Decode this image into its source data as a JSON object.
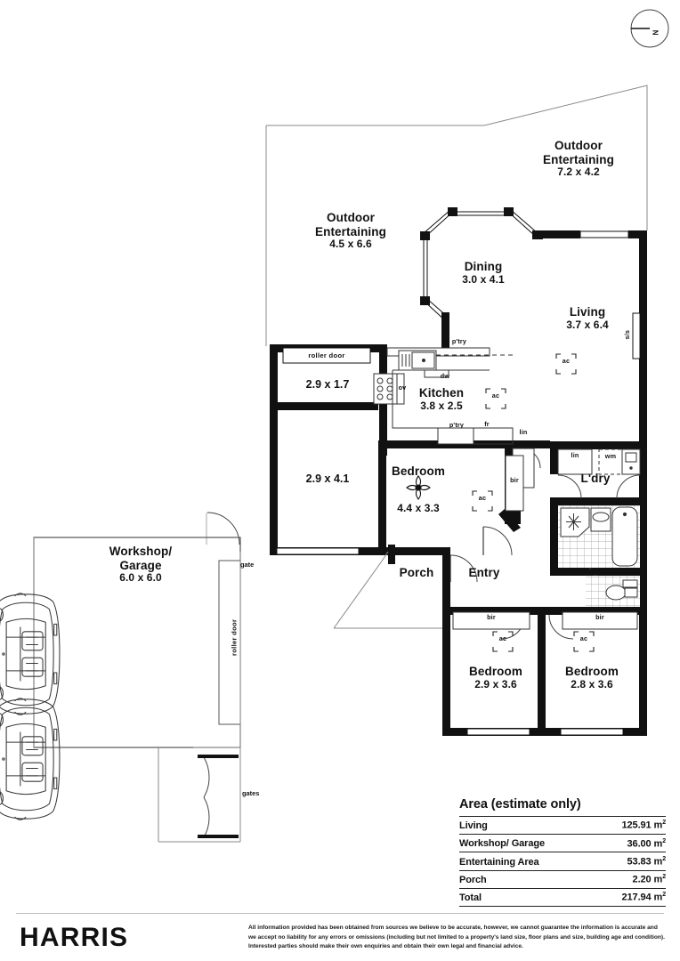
{
  "document": {
    "type": "real-estate-floor-plan",
    "brand": "HARRIS",
    "compass": {
      "label": "N"
    }
  },
  "rooms": [
    {
      "id": "outdoor-entertaining-rear",
      "name": "Outdoor\nEntertaining",
      "name_line1": "Outdoor",
      "name_line2": "Entertaining",
      "dimensions": "7.2 x 4.2"
    },
    {
      "id": "outdoor-entertaining-side",
      "name": "Outdoor\nEntertaining",
      "name_line1": "Outdoor",
      "name_line2": "Entertaining",
      "dimensions": "4.5 x 6.6"
    },
    {
      "id": "dining",
      "name": "Dining",
      "dimensions": "3.0 x 4.1"
    },
    {
      "id": "living",
      "name": "Living",
      "dimensions": "3.7 x 6.4"
    },
    {
      "id": "kitchen",
      "name": "Kitchen",
      "dimensions": "3.8 x 2.5"
    },
    {
      "id": "bedroom-master",
      "name": "Bedroom",
      "dimensions": "4.4 x 3.3"
    },
    {
      "id": "bedroom-2",
      "name": "Bedroom",
      "dimensions": "2.9 x 3.6"
    },
    {
      "id": "bedroom-3",
      "name": "Bedroom",
      "dimensions": "2.8 x 3.6"
    },
    {
      "id": "workshop-garage",
      "name": "Workshop/\nGarage",
      "name_line1": "Workshop/",
      "name_line2": "Garage",
      "dimensions": "6.0 x 6.0"
    },
    {
      "id": "store-room-upper",
      "name": "",
      "dimensions": "2.9 x 1.7"
    },
    {
      "id": "store-room-lower",
      "name": "",
      "dimensions": "2.9 x 4.1"
    },
    {
      "id": "laundry",
      "name": "L'dry",
      "dimensions": ""
    },
    {
      "id": "entry",
      "name": "Entry",
      "dimensions": ""
    },
    {
      "id": "porch",
      "name": "Porch",
      "dimensions": ""
    }
  ],
  "labels": {
    "roller_door_garage": "roller door",
    "roller_door_store": "roller door",
    "gate": "gate",
    "gates": "gates",
    "pantry_1": "p'try",
    "pantry_2": "p'try",
    "dishwasher": "dw",
    "oven": "ov",
    "fridge": "fr",
    "linen_kitchen": "lin",
    "linen_laundry": "lin",
    "washing_machine": "wm",
    "bir_master": "bir",
    "bir_hall": "bir",
    "bir_bed2": "bir",
    "bir_bed3": "bir",
    "ac_living": "ac",
    "ac_kitchen": "ac",
    "ac_master": "ac",
    "ac_bed2": "ac",
    "ac_bed3": "ac",
    "sliding_stacker": "s/s"
  },
  "area": {
    "title": "Area (estimate only)",
    "unit": "m",
    "rows": [
      {
        "label": "Living",
        "value": "125.91 m"
      },
      {
        "label": "Workshop/ Garage",
        "value": "36.00 m"
      },
      {
        "label": "Entertaining Area",
        "value": "53.83 m"
      },
      {
        "label": "Porch",
        "value": "2.20 m"
      },
      {
        "label": "Total",
        "value": "217.94 m"
      }
    ]
  },
  "footer": {
    "brand": "HARRIS",
    "disclaimer": "All information provided has been obtained from sources we believe to be accurate, however, we cannot guarantee the information is accurate and we accept no liability for any errors or omissions (including but not limited to a property's land size, floor plans and size, building age and condition). Interested parties should make their own enquiries and obtain their own legal and financial advice."
  }
}
